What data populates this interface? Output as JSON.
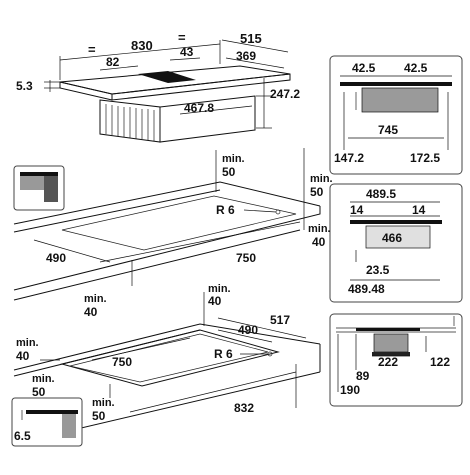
{
  "colors": {
    "ink": "#111111",
    "panel_border": "#444444",
    "gray_fill": "#9a9a9a",
    "dark_fill": "#222222",
    "light_fill": "#e0e0e0"
  },
  "top_view": {
    "eq_left": "=",
    "width": "830",
    "eq_right": "=",
    "depth": "515",
    "offset_82": "82",
    "offset_43": "43",
    "width_369": "369",
    "thickness": "5.3",
    "box_width": "467.8",
    "box_height": "247.2"
  },
  "cutout_top": {
    "min_front_label": "min.",
    "min_front_value": "50",
    "min_right_label": "min.",
    "min_right_value": "50",
    "radius": "R 6",
    "depth": "490",
    "width": "750",
    "min_side_label": "min.",
    "min_side_value": "40",
    "min_back_label": "min.",
    "min_back_value": "40"
  },
  "cutout_bottom": {
    "min_back_label": "min.",
    "min_back_value": "40",
    "depth_517": "517",
    "depth_490": "490",
    "width_750": "750",
    "radius": "R 6",
    "min_left_label": "min.",
    "min_left_value": "40",
    "min_front_label": "min.",
    "min_front_value": "50",
    "min_front2_label": "min.",
    "min_front2_value": "50",
    "width_832": "832",
    "flush_depth": "6.5"
  },
  "side_view_1": {
    "left_margin": "42.5",
    "right_margin": "42.5",
    "width": "745",
    "left_offset": "147.2",
    "right_offset": "172.5"
  },
  "side_view_2": {
    "top_width": "489.5",
    "left_14": "14",
    "right_14": "14",
    "body_width": "466",
    "height": "23.5",
    "bottom_width": "489.48"
  },
  "side_view_3": {
    "width": "222",
    "right": "122",
    "height": "89",
    "total": "190"
  }
}
